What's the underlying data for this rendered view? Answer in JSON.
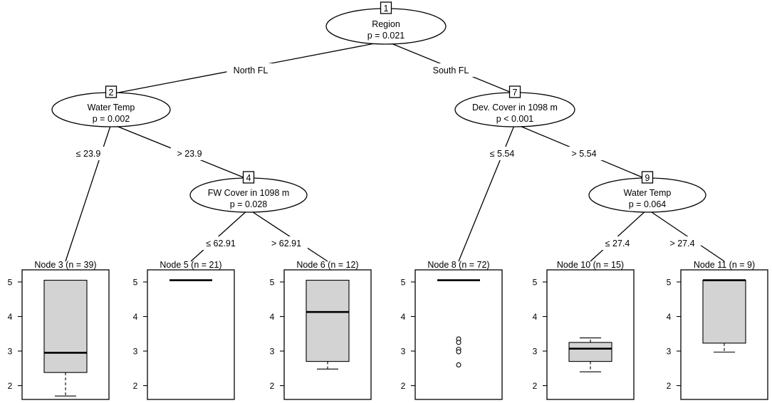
{
  "inner_nodes": [
    {
      "id": "1",
      "label": "Region",
      "p": "p = 0.021"
    },
    {
      "id": "2",
      "label": "Water Temp",
      "p": "p = 0.002"
    },
    {
      "id": "4",
      "label": "FW Cover in 1098 m",
      "p": "p = 0.028"
    },
    {
      "id": "7",
      "label": "Dev. Cover in 1098 m",
      "p": "p < 0.001"
    },
    {
      "id": "9",
      "label": "Water Temp",
      "p": "p = 0.064"
    }
  ],
  "edges": [
    {
      "from": "1",
      "to": "2",
      "label": "North FL"
    },
    {
      "from": "1",
      "to": "7",
      "label": "South FL"
    },
    {
      "from": "2",
      "to": "3",
      "label": "≤ 23.9"
    },
    {
      "from": "2",
      "to": "4",
      "label": "> 23.9"
    },
    {
      "from": "4",
      "to": "5",
      "label": "≤ 62.91"
    },
    {
      "from": "4",
      "to": "6",
      "label": "> 62.91"
    },
    {
      "from": "7",
      "to": "8",
      "label": "≤ 5.54"
    },
    {
      "from": "7",
      "to": "9",
      "label": "> 5.54"
    },
    {
      "from": "9",
      "to": "10",
      "label": "≤ 27.4"
    },
    {
      "from": "9",
      "to": "11",
      "label": "> 27.4"
    }
  ],
  "chart_data": {
    "type": "boxplot",
    "y_ticks": [
      2,
      3,
      4,
      5
    ],
    "ylim": [
      1.6,
      5.35
    ],
    "terminal_nodes": [
      {
        "id": "3",
        "title": "Node 3 (n = 39)",
        "min": 1.7,
        "q1": 2.38,
        "median": 2.95,
        "q3": 5.05,
        "max": 5.05,
        "outliers": []
      },
      {
        "id": "5",
        "title": "Node 5 (n = 21)",
        "min": 5.05,
        "q1": 5.05,
        "median": 5.05,
        "q3": 5.05,
        "max": 5.05,
        "outliers": []
      },
      {
        "id": "6",
        "title": "Node 6 (n = 12)",
        "min": 2.48,
        "q1": 2.7,
        "median": 4.13,
        "q3": 5.05,
        "max": 5.05,
        "outliers": []
      },
      {
        "id": "8",
        "title": "Node 8 (n = 72)",
        "min": 5.05,
        "q1": 5.05,
        "median": 5.05,
        "q3": 5.05,
        "max": 5.05,
        "outliers": [
          3.35,
          3.25,
          3.05,
          2.98,
          2.6
        ]
      },
      {
        "id": "10",
        "title": "Node 10 (n = 15)",
        "min": 2.4,
        "q1": 2.7,
        "median": 3.07,
        "q3": 3.25,
        "max": 3.38,
        "outliers": []
      },
      {
        "id": "11",
        "title": "Node 11 (n = 9)",
        "min": 2.97,
        "q1": 3.23,
        "median": 5.05,
        "q3": 5.05,
        "max": 5.05,
        "outliers": []
      }
    ]
  }
}
